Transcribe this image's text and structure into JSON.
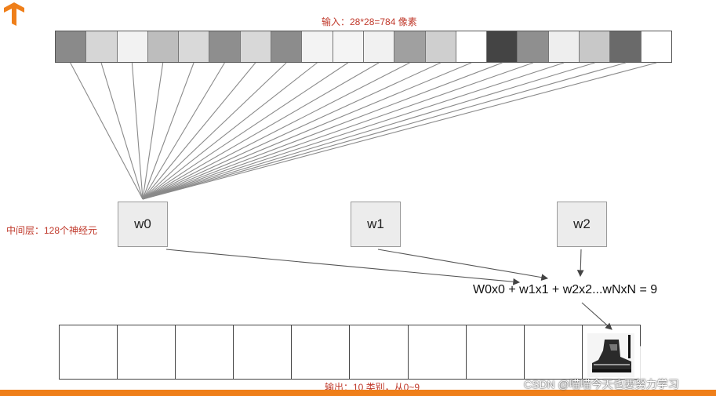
{
  "input_title": "输入：28*28=784 像素",
  "hidden_label": "中间层：128个神经元",
  "output_label": "输出：10 类别，从0~9",
  "pixel_shades": [
    "#8a8a8a",
    "#d6d6d6",
    "#f2f2f2",
    "#bdbdbd",
    "#d9d9d9",
    "#8e8e8e",
    "#d8d8d8",
    "#8c8c8c",
    "#f3f3f3",
    "#f4f4f4",
    "#f1f1f1",
    "#a0a0a0",
    "#cfcfcf",
    "#ffffff",
    "#444444",
    "#8f8f8f",
    "#eeeeee",
    "#c8c8c8",
    "#6a6a6a",
    "#ffffff"
  ],
  "neurons": [
    "w0",
    "w1",
    "w2"
  ],
  "formula": "W0x0 + w1x1 + w2x2...wNxN = 9",
  "output_cells": 10,
  "watermark": "CSDN @喵喵今天也要努力学习",
  "colors": {
    "accent_red": "#c0392b",
    "bottom_bar": "#ef7f1a"
  }
}
